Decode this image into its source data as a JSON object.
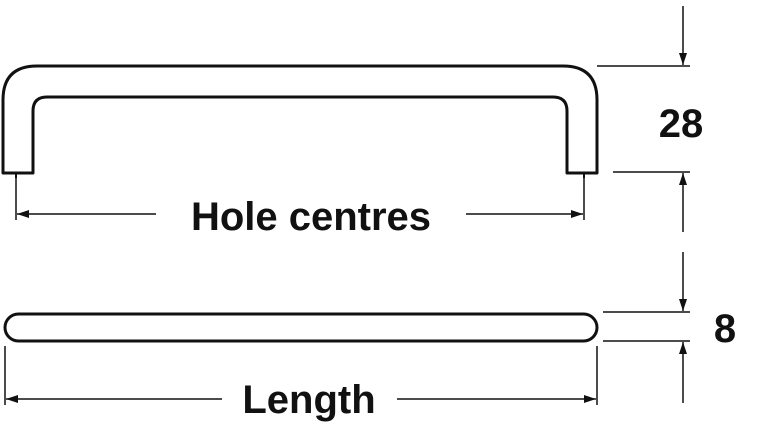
{
  "labels": {
    "hole_centres": "Hole centres",
    "length": "Length",
    "height": "28",
    "thickness": "8"
  },
  "colors": {
    "line": "#111111",
    "background": "#ffffff"
  }
}
